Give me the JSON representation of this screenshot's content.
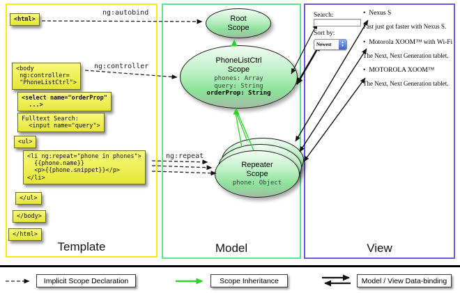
{
  "sections": {
    "template": "Template",
    "model": "Model",
    "view": "View"
  },
  "code_boxes": {
    "html_open": "<html>",
    "body_open": "<body\n ng:controller=\n \"PhoneListCtrl\">",
    "select": "<select name=\"orderProp\"\n  ...>",
    "fulltext": "Fulltext Search:\n  <input name=\"query\">",
    "ul_open": "<ul>",
    "li_repeat": "<li ng:repeat=\"phone in phones\">\n  {{phone.name}}\n  <p>{{phone.snippet}}</p>\n</li>",
    "ul_close": "</ul>",
    "body_close": "</body>",
    "html_close": "</html>"
  },
  "arrow_labels": {
    "autobind": "ng:autobind",
    "controller": "ng:controller",
    "repeat": "ng:repeat"
  },
  "scopes": {
    "root": {
      "title": "Root\nScope"
    },
    "phonelist": {
      "title": "PhoneListCtrl\nScope",
      "props": "phones: Array\nquery: String",
      "bold_prop": "orderProp: String"
    },
    "repeater": {
      "title": "Repeater\nScope",
      "props": "phone: Object"
    }
  },
  "view": {
    "search_label": "Search:",
    "search_value": "",
    "sort_label": "Sort by:",
    "sort_value": "Newest",
    "items": [
      {
        "title": "Nexus S",
        "desc": "Fast just got faster with Nexus S."
      },
      {
        "title": "Motorola XOOM™ with Wi-Fi",
        "desc": "The Next, Next Generation tablet."
      },
      {
        "title": "MOTOROLA XOOM™",
        "desc": "The Next, Next Generation tablet."
      }
    ]
  },
  "legend": {
    "implicit": "Implicit Scope Declaration",
    "inheritance": "Scope Inheritance",
    "databinding": "Model / View Data-binding"
  },
  "colors": {
    "template_border": "#f2ee0e",
    "model_border": "#5ee195",
    "view_border": "#6a5ad8",
    "scope_green_arrow": "#2bd42b",
    "codebox_yellow": "#eeee4c",
    "ellipse_green": "#8ce29a"
  }
}
